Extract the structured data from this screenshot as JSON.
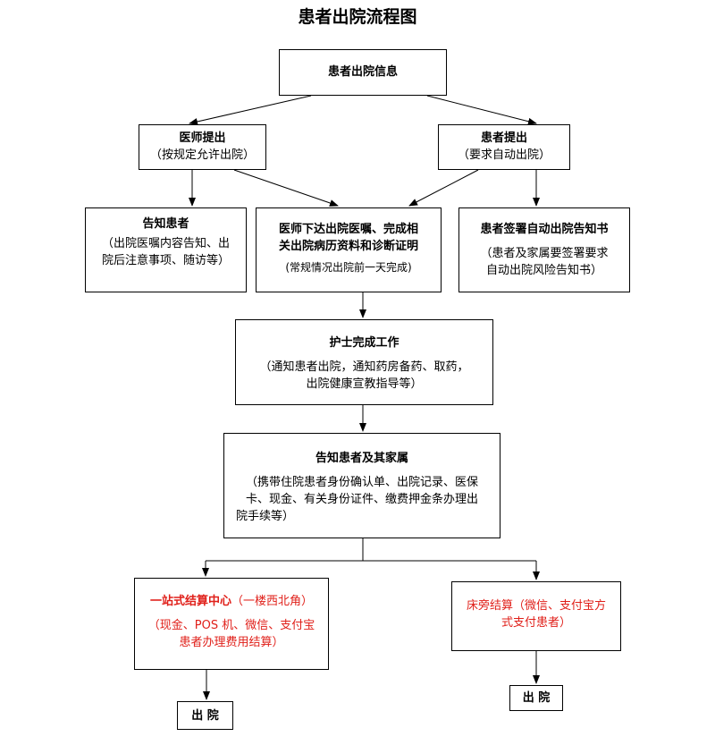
{
  "title": "患者出院流程图",
  "nodes": {
    "info": {
      "title": "患者出院信息"
    },
    "doctor": {
      "title": "医师提出",
      "sub": "（按规定允许出院）"
    },
    "patient": {
      "title": "患者提出",
      "sub": "（要求自动出院）"
    },
    "notify": {
      "title": "告知患者",
      "sub1": "（出院医嘱内容告知、出",
      "sub2": "院后注意事项、随访等）"
    },
    "orders": {
      "title1": "医师下达出院医嘱、完成相",
      "title2": "关出院病历资料和诊断证明",
      "sub": "(常规情况出院前一天完成)"
    },
    "sign": {
      "title": "患者签署自动出院告知书",
      "sub1": "（患者及家属要签署要求",
      "sub2": "自动出院风险告知书）"
    },
    "nurse": {
      "title": "护士完成工作",
      "sub1": "（通知患者出院，通知药房备药、取药，",
      "sub2": "出院健康宣教指导等）"
    },
    "family": {
      "title": "告知患者及其家属",
      "sub1": "（携带住院患者身份确认单、出院记录、医保",
      "sub2": "卡、现金、有关身份证件、缴费押金条办理出",
      "sub3": "院手续等）"
    },
    "onestop": {
      "title": "一站式结算中心",
      "loc": "（一楼西北角）",
      "sub1": "（现金、POS 机、微信、支付宝",
      "sub2": "患者办理费用结算）"
    },
    "bedside": {
      "title1": "床旁结算（微信、支付宝方",
      "title2": "式支付患者）"
    },
    "exit_left": {
      "title": "出 院"
    },
    "exit_right": {
      "title": "出 院"
    }
  },
  "colors": {
    "accent": "#e0201a",
    "line": "#000000"
  }
}
